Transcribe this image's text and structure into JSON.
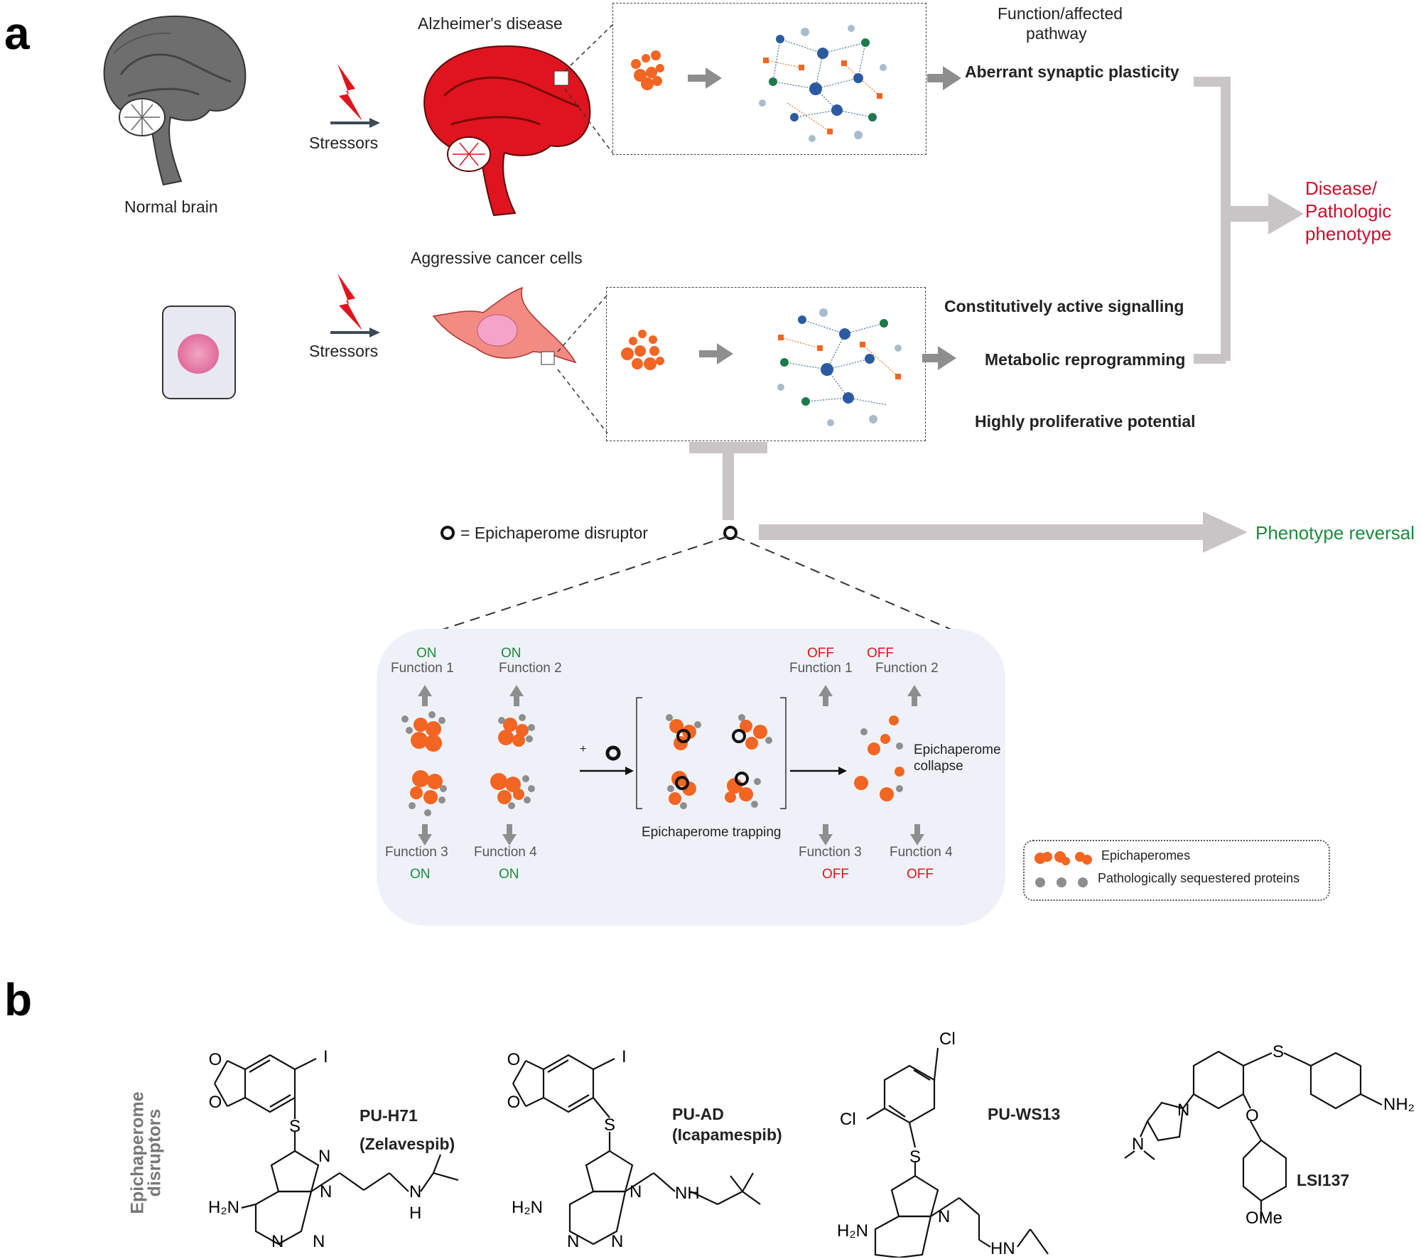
{
  "panel_a": {
    "letter": "a",
    "normal_brain": "Normal brain",
    "stressors_1": "Stressors",
    "stressors_2": "Stressors",
    "alzheimers": "Alzheimer's disease",
    "cancer_cells": "Aggressive cancer cells",
    "function_header": "Function/affected\npathway",
    "function_header_line1": "Function/affected",
    "function_header_line2": "pathway",
    "pathways": {
      "synaptic": "Aberrant synaptic plasticity",
      "signalling": "Constitutively active signalling",
      "metabolic": "Metabolic reprogramming",
      "proliferative": "Highly proliferative potential"
    },
    "disease_line1": "Disease/",
    "disease_line2": "Pathologic",
    "disease_line3": "phenotype",
    "disruptor_legend": "= Epichaperome disruptor",
    "reversal": "Phenotype reversal",
    "inset": {
      "on": "ON",
      "off": "OFF",
      "function1": "Function 1",
      "function2": "Function 2",
      "function3": "Function 3",
      "function4": "Function 4",
      "plus": "+",
      "trapping": "Epichaperome trapping",
      "collapse_line1": "Epichaperome",
      "collapse_line2": "collapse"
    },
    "legend": {
      "epichaperomes": "Epichaperomes",
      "sequestered": "Pathologically sequestered proteins"
    },
    "colors": {
      "orange": "#f26522",
      "grey_node": "#8c8c8c",
      "brain_red": "#e0141e",
      "arrow_grey": "#c9c5c6",
      "green": "#1e8a3c"
    }
  },
  "panel_b": {
    "letter": "b",
    "side_label_line1": "Epichaperome",
    "side_label_line2": "disruptors",
    "compounds": [
      {
        "name_line1": "PU-H71",
        "name_line2": "(Zelavespib)"
      },
      {
        "name_line1": "PU-AD",
        "name_line2": "(Icapamespib)"
      },
      {
        "name_line1": "PU-WS13",
        "name_line2": ""
      },
      {
        "name_line1": "LSI137",
        "name_line2": ""
      }
    ],
    "atoms": {
      "I": "I",
      "S": "S",
      "N": "N",
      "H": "H",
      "NH": "NH",
      "HN": "HN",
      "H2N": "H₂N",
      "NH2": "NH₂",
      "Cl": "Cl",
      "O": "O",
      "OMe": "OMe"
    }
  }
}
